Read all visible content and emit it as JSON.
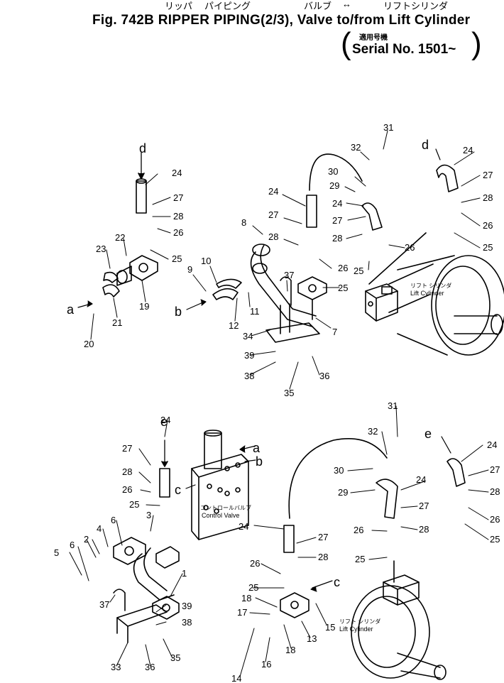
{
  "header": {
    "kana_ripper": "リッパ",
    "kana_piping": "パイピング",
    "kana_valve": "バルブ",
    "kana_arrow": "↔",
    "kana_lift_cylinder": "リフトシリンダ",
    "title": "Fig. 742B RIPPER PIPING(2/3), Valve to/from Lift Cylinder",
    "serial_kana": "適用号機",
    "serial": "Serial No. 1501~"
  },
  "component_labels": {
    "lift_cylinder_jp": "リフト シリンダ",
    "lift_cylinder_en": "Lift Cylinder",
    "control_valve_jp": "コントロールバルブ",
    "control_valve_en": "Control Valve"
  },
  "connection_letters": {
    "a": "a",
    "b": "b",
    "c": "c",
    "d": "d",
    "e": "e"
  },
  "callouts": {
    "c1": "1",
    "c2": "2",
    "c3": "3",
    "c4": "4",
    "c5": "5",
    "c6": "6",
    "c7": "7",
    "c8": "8",
    "c9": "9",
    "c10": "10",
    "c11": "11",
    "c12": "12",
    "c13": "13",
    "c14": "14",
    "c15": "15",
    "c16": "16",
    "c17": "17",
    "c18": "18",
    "c19": "19",
    "c20": "20",
    "c21": "21",
    "c22": "22",
    "c23": "23",
    "c24": "24",
    "c25": "25",
    "c26": "26",
    "c27": "27",
    "c28": "28",
    "c29": "29",
    "c30": "30",
    "c31": "31",
    "c32": "32",
    "c33": "33",
    "c34": "34",
    "c35": "35",
    "c36": "36",
    "c37": "37",
    "c38": "38",
    "c39": "39"
  }
}
